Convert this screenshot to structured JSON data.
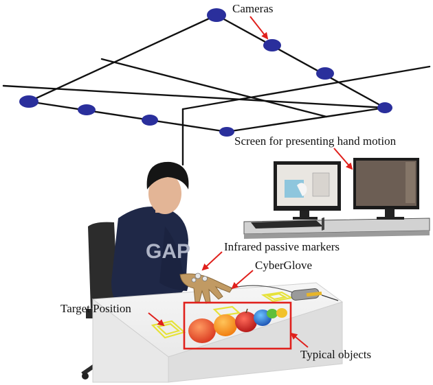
{
  "labels": {
    "cameras": "Cameras",
    "screen": "Screen for presenting hand motion",
    "markers": "Infrared passive markers",
    "glove": "CyberGlove",
    "target": "Target Position",
    "objects": "Typical objects"
  },
  "colors": {
    "camera": "#2a2f9c",
    "arrow": "#e0201c",
    "highlight_box": "#e0201c",
    "truss": "#111111",
    "target_marker": "#e6e23a"
  },
  "icons": {
    "camera": "camera-node-icon",
    "arrow": "red-arrow-icon",
    "sweater_print": "GAP"
  }
}
